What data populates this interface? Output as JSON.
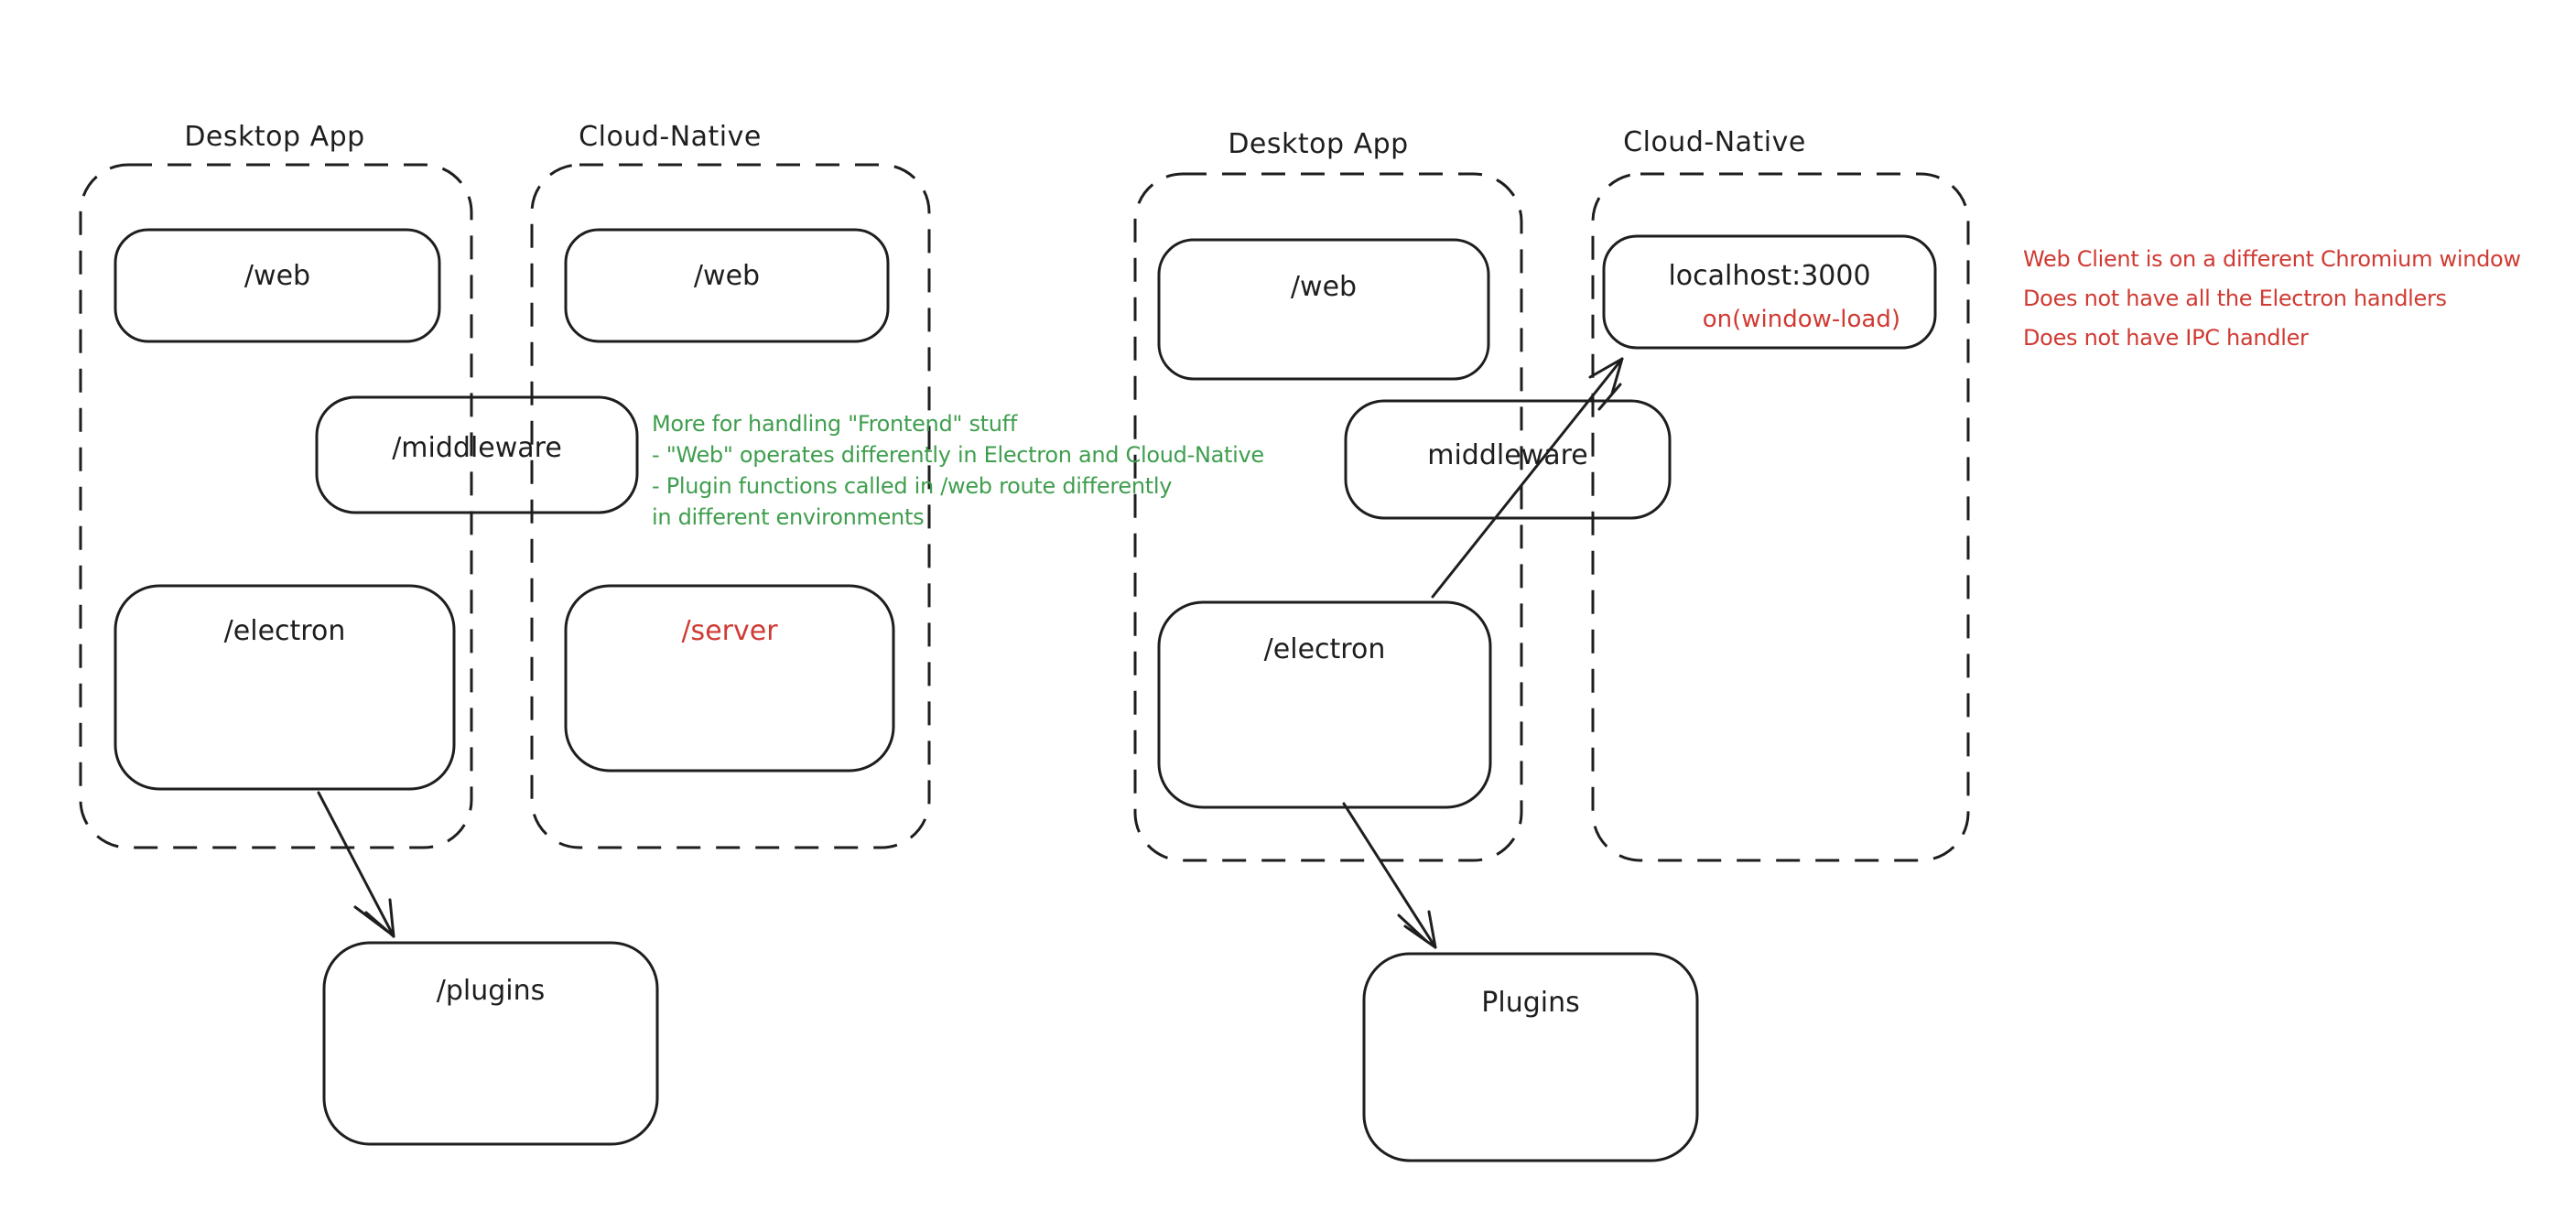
{
  "colors": {
    "stroke": "#1e1e1e",
    "green_note": "#3f9e4e",
    "red_accent": "#d03a32",
    "background": "#ffffff"
  },
  "left": {
    "desktop_label": "Desktop App",
    "cloud_label": "Cloud-Native",
    "web_desktop_label": "/web",
    "web_cloud_label": "/web",
    "middleware_label": "/middleware",
    "electron_label": "/electron",
    "server_label": "/server",
    "plugins_label": "/plugins",
    "green_note": {
      "line1": "More for handling \"Frontend\" stuff",
      "line2": "- \"Web\" operates differently in Electron and Cloud-Native",
      "line3": "- Plugin functions called in /web route differently",
      "line4": "in different environments"
    }
  },
  "right": {
    "desktop_label": "Desktop App",
    "cloud_label": "Cloud-Native",
    "web_label": "/web",
    "localhost_label": "localhost:3000",
    "localhost_event_label": "on(window-load)",
    "middleware_label": "middleware",
    "electron_label": "/electron",
    "plugins_label": "Plugins",
    "red_note": {
      "line1": "Web Client is on a different Chromium window",
      "line2": "Does not have all the Electron handlers",
      "line3": "Does not have IPC handler"
    }
  }
}
